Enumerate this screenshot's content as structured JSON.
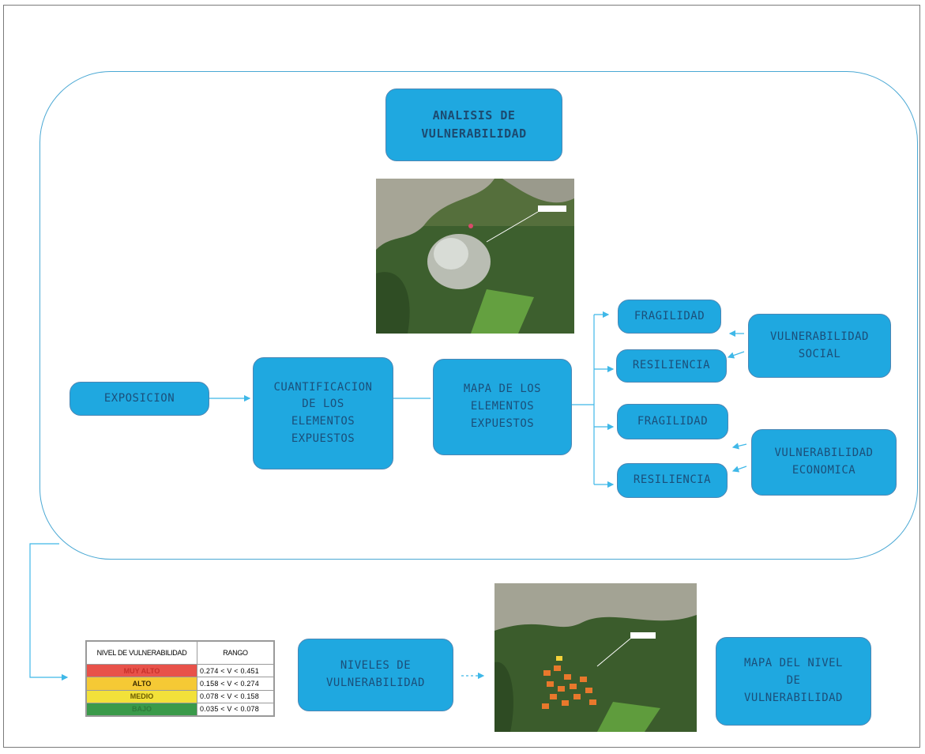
{
  "title": "ANALISIS DE\nVULNERABILIDAD",
  "nodes": {
    "exposicion": "EXPOSICION",
    "cuantificacion": "CUANTIFICACION\nDE LOS\nELEMENTOS\nEXPUESTOS",
    "mapa_elementos": "MAPA DE LOS\nELEMENTOS\nEXPUESTOS",
    "fragilidad_social": "FRAGILIDAD",
    "resiliencia_social": "RESILIENCIA",
    "fragilidad_economica": "FRAGILIDAD",
    "resiliencia_economica": "RESILIENCIA",
    "vulnerabilidad_social": "VULNERABILIDAD\nSOCIAL",
    "vulnerabilidad_economica": "VULNERABILIDAD\nECONOMICA",
    "niveles": "NIVELES DE\nVULNERABILIDAD",
    "mapa_nivel": "MAPA DEL NIVEL\nDE\nVULNERABILIDAD"
  },
  "legend": {
    "header_level": "NIVEL DE VULNERABILIDAD",
    "header_range": "RANGO",
    "rows": [
      {
        "level": "MUY ALTO",
        "range": "0.274  <  V  <  0.451",
        "color": "#e8524a"
      },
      {
        "level": "ALTO",
        "range": "0.158  <  V  <  0.274",
        "color": "#f5c935"
      },
      {
        "level": "MEDIO",
        "range": "0.078  <  V  <  0.158",
        "color": "#f2e13a"
      },
      {
        "level": "BAJO",
        "range": "0.035  <  V  <  0.078",
        "color": "#3a9a4a"
      }
    ]
  },
  "colors": {
    "box_fill": "#1fa8e0",
    "box_border": "#4b86b4",
    "arrow": "#3fb8e8",
    "group_outline": "#4aa8d4"
  }
}
